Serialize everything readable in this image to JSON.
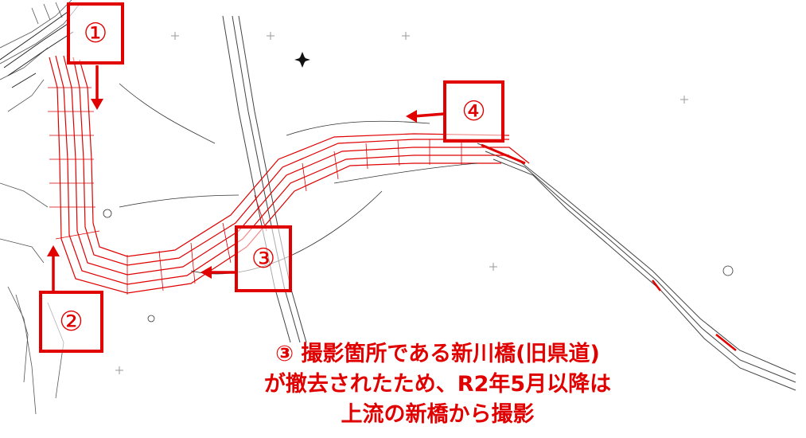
{
  "markers": {
    "m1": "①",
    "m2": "②",
    "m3": "③",
    "m4": "④"
  },
  "caption": {
    "line1": "③ 撮影箇所である新川橋(旧県道)",
    "line2": "が撤去されたため、R2年5月以降は",
    "line3": "上流の新橋から撮影"
  },
  "colors": {
    "accent": "#e00000",
    "drawing": "#333333"
  }
}
